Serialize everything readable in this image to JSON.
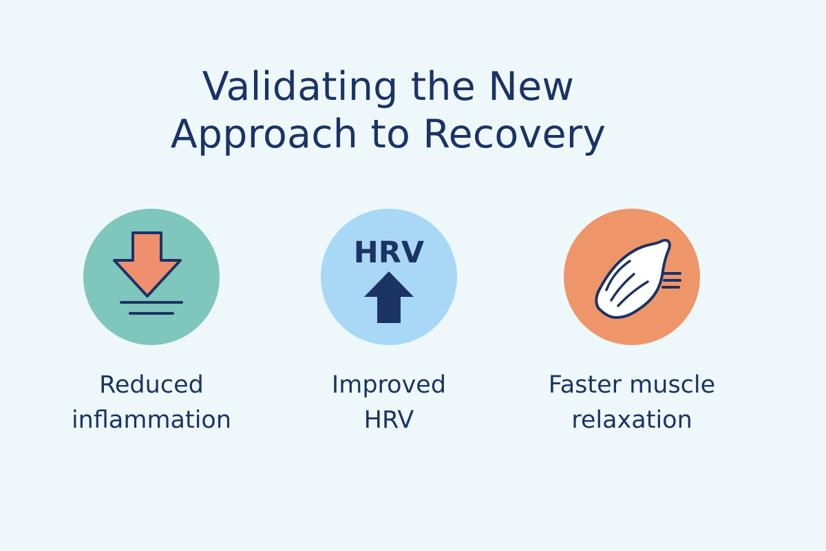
{
  "title_lines": [
    "Validating the New",
    "Approach to Recovery"
  ],
  "colors": {
    "background": "#eef8fb",
    "navy": "#1b3365",
    "teal": "#7fc6bc",
    "sky": "#a8d8f6",
    "orange": "#ee9669",
    "arrow_orange": "#ef8f6d"
  },
  "cards": [
    {
      "icon": "down-arrow-icon",
      "label_lines": [
        "Reduced",
        "inflammation"
      ]
    },
    {
      "icon": "hrv-up-arrow-icon",
      "icon_text": "HRV",
      "label_lines": [
        "Improved",
        "HRV"
      ]
    },
    {
      "icon": "muscle-icon",
      "label_lines": [
        "Faster muscle",
        "relaxation"
      ]
    }
  ]
}
